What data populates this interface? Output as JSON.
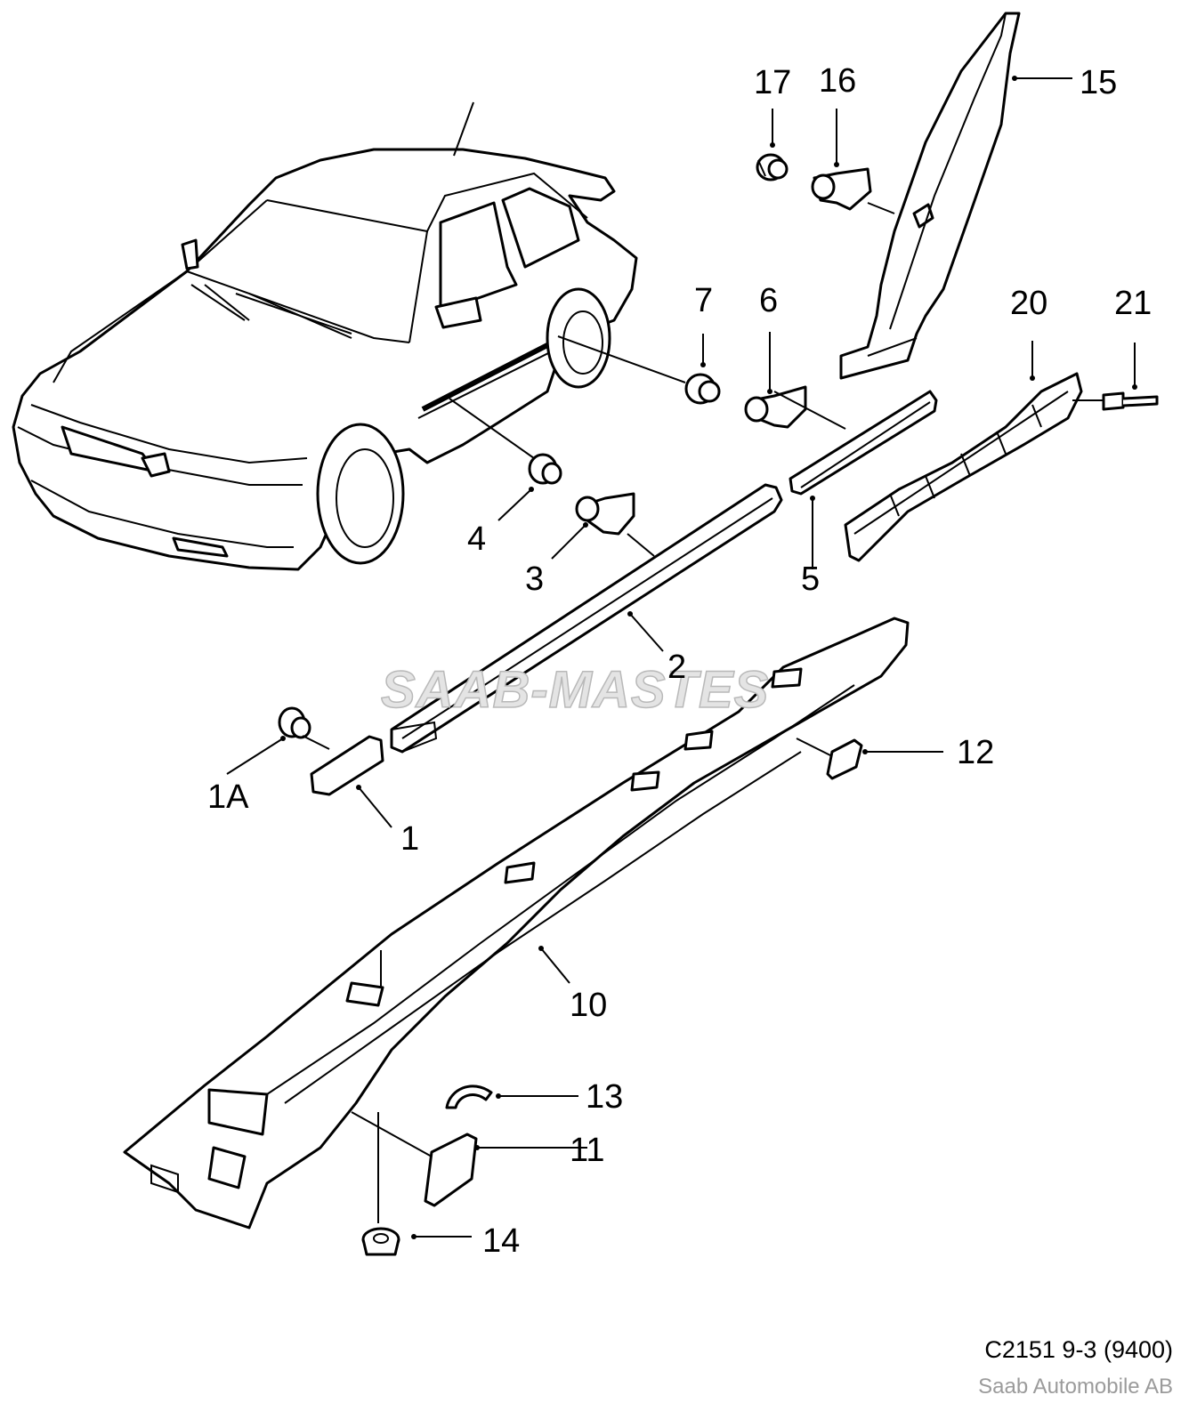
{
  "diagram": {
    "watermark": "SAAB-MASTES",
    "reference": "C2151 9-3 (9400)",
    "company": "Saab Automobile AB",
    "callouts": [
      {
        "id": "c1",
        "label": "1"
      },
      {
        "id": "c1a",
        "label": "1A"
      },
      {
        "id": "c2",
        "label": "2"
      },
      {
        "id": "c3",
        "label": "3"
      },
      {
        "id": "c4",
        "label": "4"
      },
      {
        "id": "c5",
        "label": "5"
      },
      {
        "id": "c6",
        "label": "6"
      },
      {
        "id": "c7",
        "label": "7"
      },
      {
        "id": "c10",
        "label": "10"
      },
      {
        "id": "c11",
        "label": "11"
      },
      {
        "id": "c12",
        "label": "12"
      },
      {
        "id": "c13",
        "label": "13"
      },
      {
        "id": "c14",
        "label": "14"
      },
      {
        "id": "c15",
        "label": "15"
      },
      {
        "id": "c16",
        "label": "16"
      },
      {
        "id": "c17",
        "label": "17"
      },
      {
        "id": "c20",
        "label": "20"
      },
      {
        "id": "c21",
        "label": "21"
      }
    ]
  }
}
